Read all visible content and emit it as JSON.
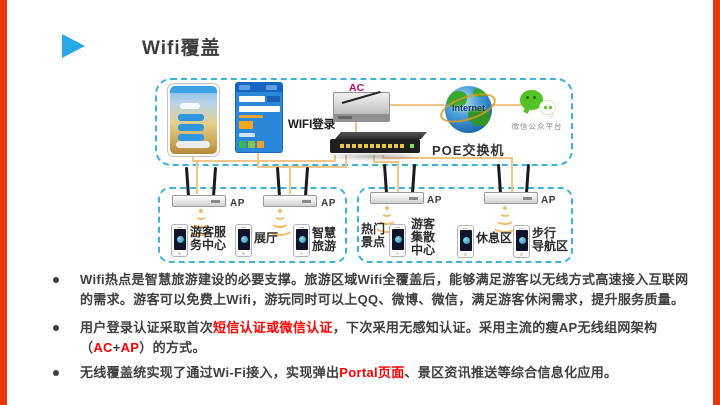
{
  "slide": {
    "title": "Wifi覆盖"
  },
  "diagram": {
    "wifi_login_label": "WIFI登录",
    "ac_label": "AC",
    "poe_label": "POE交换机",
    "internet_label": "Internet",
    "wechat_label": "微信公众平台",
    "ap_label": "AP",
    "zones": [
      {
        "lines": [
          "游客服",
          "务中心"
        ]
      },
      {
        "lines": [
          "展厅"
        ]
      },
      {
        "lines": [
          "智慧",
          "旅游"
        ]
      },
      {
        "lines": [
          "热门",
          "景点"
        ]
      },
      {
        "lines": [
          "游客",
          "集散",
          "中心"
        ]
      },
      {
        "lines": [
          "休息区"
        ]
      },
      {
        "lines": [
          "步行",
          "导航区"
        ]
      }
    ]
  },
  "bullets": {
    "b1": {
      "l1": "Wifi热点是智慧旅游建设的必要支撑。旅游区域Wifi全覆盖后，能够满足游客以无线方式高速接入互联网",
      "l2": "的需求。游客可以免费上Wifi，游玩同时可以上QQ、微博、微信，满足游客休闲需求，提升服务质量。"
    },
    "b2": {
      "s1": "用户登录认证采取首次",
      "s2": "短信认证或微信认证",
      "s3": "，下次采用无感知认证。采用主流的瘦AP无线组网架构",
      "s4": "（",
      "s5": "AC",
      "s6": "+",
      "s7": "AP",
      "s8": "）的方式。"
    },
    "b3": {
      "s1": "无线覆盖统实现了通过Wi-Fi接入，实现弹出",
      "s2": "Portal页面",
      "s3": "、景区资讯推送等综合信息化应用。"
    }
  },
  "colors": {
    "edge_red": "#e8370e",
    "accent_cyan": "#27aae1",
    "dashed_border": "#3db3da",
    "line_orange": "#f0c586",
    "text_dark": "#3f3f3f",
    "text_red": "#ff0000",
    "wechat_green": "#55c327"
  }
}
